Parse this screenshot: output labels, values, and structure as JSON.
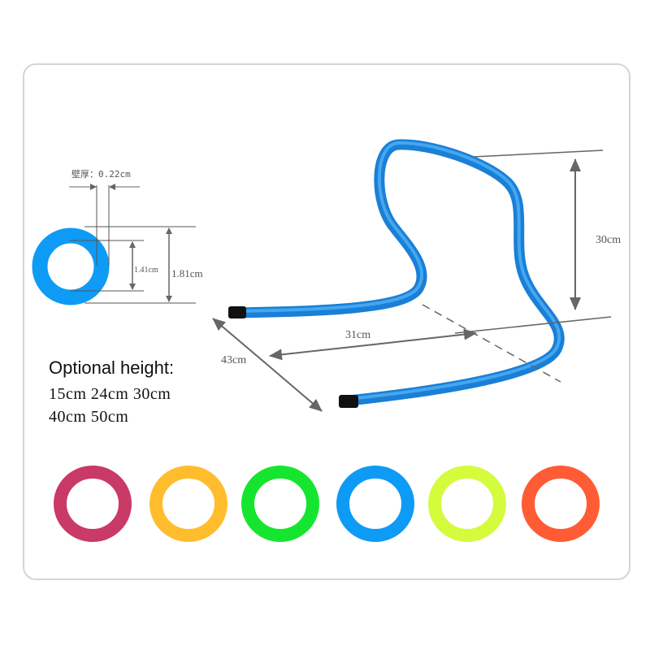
{
  "cross_section": {
    "wall_thickness_label": "壁厚：0.22cm",
    "inner_diameter": "1.41cm",
    "outer_diameter": "1.81cm",
    "color": "#0d9bf5"
  },
  "hurdle": {
    "height": "30cm",
    "width": "31cm",
    "depth": "43cm",
    "color": "#1a8de8"
  },
  "optional_heights": {
    "title": "Optional height:",
    "line1": "15cm 24cm 30cm",
    "line2": "40cm 50cm"
  },
  "color_options": [
    "#c93a66",
    "#ffbd2e",
    "#16e530",
    "#0d9bf5",
    "#d4fb3c",
    "#ff5c35"
  ]
}
